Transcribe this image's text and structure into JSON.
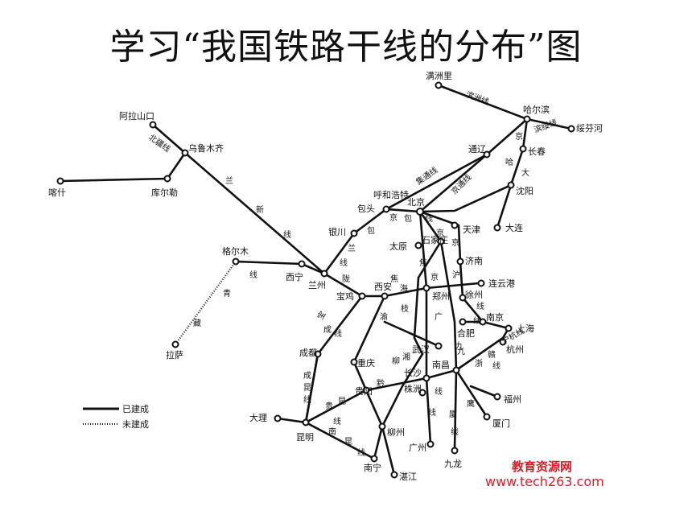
{
  "title": "学习“我国铁路干线的分布”图",
  "legend": {
    "built": "已建成",
    "planned": "未建成"
  },
  "watermark": {
    "name": "教育资源网",
    "url": "www.tech263.com"
  },
  "cities": [
    {
      "id": "manzhouli",
      "name": "满洲里"
    },
    {
      "id": "haerbin",
      "name": "哈尔滨"
    },
    {
      "id": "suifenhe",
      "name": "绥芬河"
    },
    {
      "id": "tongliao",
      "name": "通辽"
    },
    {
      "id": "changchun",
      "name": "长春"
    },
    {
      "id": "shenyang",
      "name": "沈阳"
    },
    {
      "id": "dalian",
      "name": "大连"
    },
    {
      "id": "beijing",
      "name": "北京"
    },
    {
      "id": "tianjin",
      "name": "天津"
    },
    {
      "id": "jinan",
      "name": "济南"
    },
    {
      "id": "huhehaote",
      "name": "呼和浩特"
    },
    {
      "id": "baotou",
      "name": "包头"
    },
    {
      "id": "yinchuan",
      "name": "银川"
    },
    {
      "id": "taiyuan",
      "name": "太原"
    },
    {
      "id": "shijiazhuang",
      "name": "石家庄"
    },
    {
      "id": "alashankou",
      "name": "阿拉山口"
    },
    {
      "id": "wulumuqi",
      "name": "乌鲁木齐"
    },
    {
      "id": "kashi",
      "name": "喀什"
    },
    {
      "id": "kuerle",
      "name": "库尔勒"
    },
    {
      "id": "geermu",
      "name": "格尔木"
    },
    {
      "id": "xining",
      "name": "西宁"
    },
    {
      "id": "lanzhou",
      "name": "兰州"
    },
    {
      "id": "lasa",
      "name": "拉萨"
    },
    {
      "id": "baoji",
      "name": "宝鸡"
    },
    {
      "id": "xian",
      "name": "西安"
    },
    {
      "id": "zhengzhou",
      "name": "郑州"
    },
    {
      "id": "xuzhou",
      "name": "徐州"
    },
    {
      "id": "lianyungang",
      "name": "连云港"
    },
    {
      "id": "nanjing",
      "name": "南京"
    },
    {
      "id": "shanghai",
      "name": "上海"
    },
    {
      "id": "hefei",
      "name": "合肥"
    },
    {
      "id": "hangzhou",
      "name": "杭州"
    },
    {
      "id": "wuhan",
      "name": "武汉"
    },
    {
      "id": "chengdu",
      "name": "成都"
    },
    {
      "id": "chongqing",
      "name": "重庆"
    },
    {
      "id": "changsha",
      "name": "长沙"
    },
    {
      "id": "nanchang",
      "name": "南昌"
    },
    {
      "id": "zhuzhou",
      "name": "株洲"
    },
    {
      "id": "guiyang",
      "name": "贵阳"
    },
    {
      "id": "fuzhou",
      "name": "福州"
    },
    {
      "id": "xiamen",
      "name": "厦门"
    },
    {
      "id": "dali",
      "name": "大理"
    },
    {
      "id": "kunming",
      "name": "昆明"
    },
    {
      "id": "liuzhou",
      "name": "柳州"
    },
    {
      "id": "guangzhou",
      "name": "广州"
    },
    {
      "id": "nanning",
      "name": "南宁"
    },
    {
      "id": "zhanjiang",
      "name": "湛江"
    },
    {
      "id": "jiulong",
      "name": "九龙"
    }
  ],
  "line_labels": [
    "滨洲线",
    "滨绥线",
    "京",
    "哈",
    "大",
    "北疆线",
    "兰",
    "新",
    "线",
    "集通线",
    "京通线",
    "京",
    "包",
    "线",
    "包",
    "兰",
    "线",
    "陇",
    "海",
    "焦",
    "枝",
    "宝",
    "成",
    "线",
    "成",
    "昆",
    "线",
    "青",
    "藏",
    "渝",
    "柳",
    "贵",
    "昆",
    "南",
    "昆",
    "线",
    "京",
    "广",
    "线",
    "京",
    "沪",
    "线",
    "浙",
    "赣",
    "线",
    "京",
    "九",
    "线",
    "鹰",
    "厦",
    "线",
    "沪杭线",
    "线",
    "线",
    "九",
    "湘",
    "黔",
    "线",
    "焦"
  ]
}
